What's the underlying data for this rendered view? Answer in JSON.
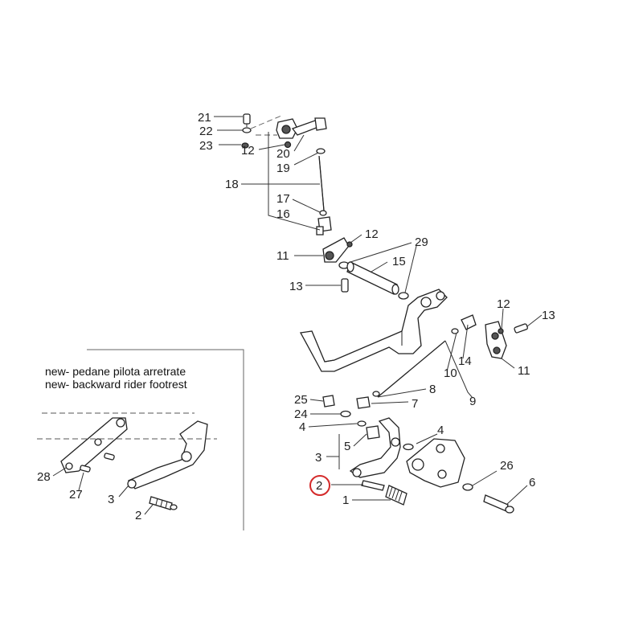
{
  "notes": {
    "line1": "new- pedane pilota arretrate",
    "line2": "new- backward rider footrest"
  },
  "highlight_color": "#d42a2a",
  "callouts": {
    "c21": "21",
    "c22": "22",
    "c23": "23",
    "c12a": "12",
    "c20": "20",
    "c19": "19",
    "c18": "18",
    "c17": "17",
    "c16": "16",
    "c12b": "12",
    "c29": "29",
    "c11a": "11",
    "c15": "15",
    "c13a": "13",
    "c12c": "12",
    "c13b": "13",
    "c14": "14",
    "c10": "10",
    "c11b": "11",
    "c8": "8",
    "c9": "9",
    "c25": "25",
    "c7": "7",
    "c24": "24",
    "c4a": "4",
    "c4b": "4",
    "c5": "5",
    "c3a": "3",
    "c26": "26",
    "c6": "6",
    "c2a": "2",
    "c1": "1",
    "c28": "28",
    "c27": "27",
    "c3b": "3",
    "c2b": "2"
  }
}
